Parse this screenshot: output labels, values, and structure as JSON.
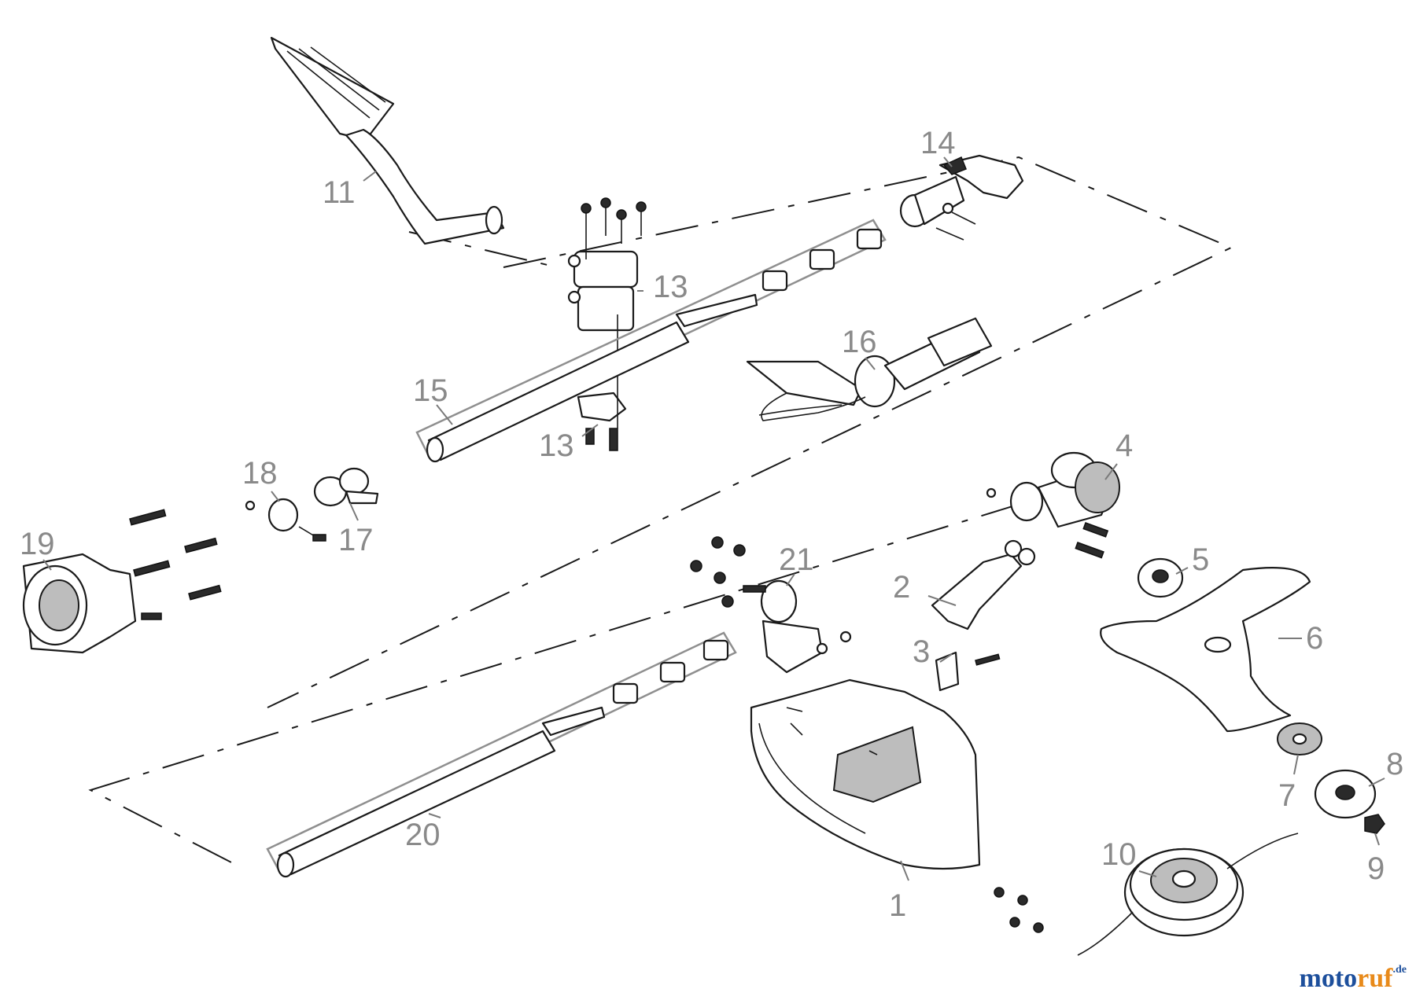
{
  "diagram": {
    "type": "exploded-parts-diagram",
    "callouts": [
      {
        "id": "c1",
        "label": "1"
      },
      {
        "id": "c2",
        "label": "2"
      },
      {
        "id": "c3",
        "label": "3"
      },
      {
        "id": "c4",
        "label": "4"
      },
      {
        "id": "c5",
        "label": "5"
      },
      {
        "id": "c6",
        "label": "6"
      },
      {
        "id": "c7",
        "label": "7"
      },
      {
        "id": "c8",
        "label": "8"
      },
      {
        "id": "c9",
        "label": "9"
      },
      {
        "id": "c10",
        "label": "10"
      },
      {
        "id": "c11",
        "label": "11"
      },
      {
        "id": "c13a",
        "label": "13"
      },
      {
        "id": "c13b",
        "label": "13"
      },
      {
        "id": "c14",
        "label": "14"
      },
      {
        "id": "c15",
        "label": "15"
      },
      {
        "id": "c16",
        "label": "16"
      },
      {
        "id": "c17",
        "label": "17"
      },
      {
        "id": "c18",
        "label": "18"
      },
      {
        "id": "c19",
        "label": "19"
      },
      {
        "id": "c20",
        "label": "20"
      },
      {
        "id": "c21",
        "label": "21"
      }
    ]
  },
  "watermark": {
    "part1": "moto",
    "part2": "ruf",
    "suffix": ".de"
  }
}
